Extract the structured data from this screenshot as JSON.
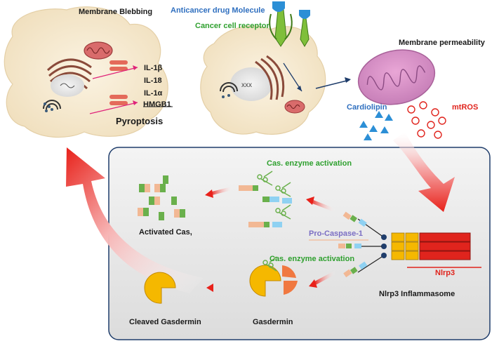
{
  "labels": {
    "membrane_blebbing": "Membrane Blebbing",
    "il1b": "IL-1β",
    "il18": "IL-18",
    "il1a": "IL-1α",
    "hmgb1": "HMGB1",
    "pyroptosis": "Pyroptosis",
    "anticancer_drug": "Anticancer drug Molecule",
    "cancer_receptor": "Cancer cell receptor",
    "membrane_permeability": "Membrane permeability",
    "cardiolipin": "Cardiolipin",
    "mtros": "mtROS",
    "cas_activation_top": "Cas. enzyme activation",
    "activated_cas": "Activated Cas,",
    "pro_caspase": "Pro-Caspase-1",
    "cas_activation_bottom": "Cas. enzyme activation",
    "nlrp3": "Nlrp3",
    "nlrp3_inflammasome": "Nlrp3 Inflammasome",
    "gasdermin": "Gasdermin",
    "cleaved_gasdermin": "Cleaved Gasdermin"
  },
  "colors": {
    "label_blue": "#2f6fbf",
    "label_green": "#2fa02f",
    "label_red": "#e0241d",
    "label_purple": "#7b6fc4",
    "cell_fill": "#f7ecd4",
    "mito_fill": "#d96b6b",
    "panel_fill": "#e6e6e6",
    "nlrp3_bar": "#e0241d",
    "gasdermin": "#f5b800",
    "cardiolipin_triangles": "#2c8fd6"
  }
}
